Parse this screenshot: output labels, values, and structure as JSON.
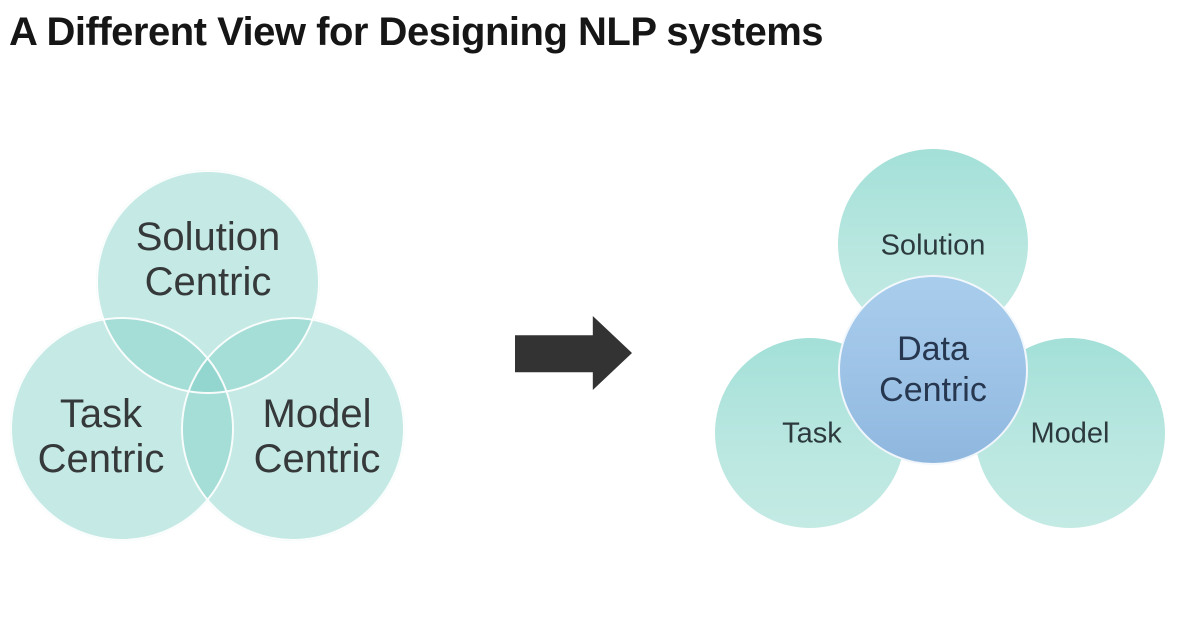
{
  "title": "A Different View for Designing NLP systems",
  "venn": {
    "description": "three overlapping circles",
    "solution": {
      "line1": "Solution",
      "line2": "Centric"
    },
    "task": {
      "line1": "Task",
      "line2": "Centric"
    },
    "model": {
      "line1": "Model",
      "line2": "Centric"
    }
  },
  "arrow": {
    "icon": "right-arrow",
    "color": "#333333"
  },
  "cluster": {
    "description": "three circles joined by central data circle",
    "solution": "Solution",
    "task": "Task",
    "model": "Model",
    "center": {
      "line1": "Data",
      "line2": "Centric"
    }
  },
  "colors": {
    "teal_fill": "#7ECEC5",
    "teal_single_overlay": "#C5E9E5",
    "teal_double_overlay": "#A5DCD8",
    "right_teal_top": "#A3E0D8",
    "right_teal_bottom": "#C4EAE4",
    "center_blue": "#9CC2E6",
    "left_text": "#35393A",
    "right_text": "#2C3A3E",
    "center_text": "#27374F",
    "title_text": "#161616",
    "background": "#FFFFFF"
  }
}
